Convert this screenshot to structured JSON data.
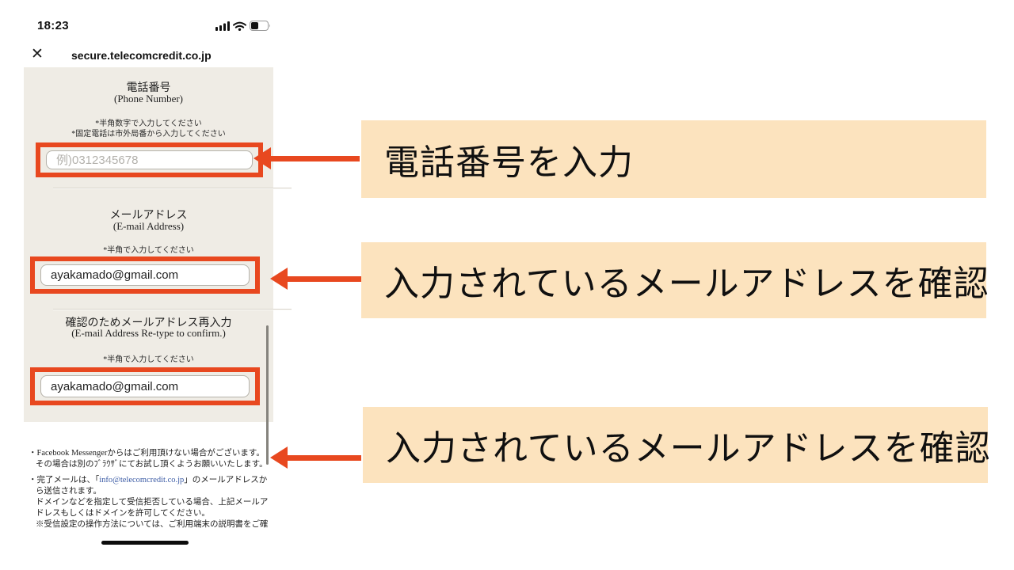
{
  "colors": {
    "accent_orange": "#E8481F",
    "annotation_bg": "#FCE3BE",
    "form_bg": "#EFECE5",
    "link_blue": "#3B5BA5"
  },
  "phone": {
    "status_bar": {
      "time": "18:23"
    },
    "browser": {
      "close_icon": "✕",
      "url": "secure.telecomcredit.co.jp"
    },
    "form": {
      "phone_field": {
        "label_jp": "電話番号",
        "label_en": "(Phone Number)",
        "note1": "*半角数字で入力してください",
        "note2": "*固定電話は市外局番から入力してください",
        "placeholder": "例)0312345678"
      },
      "email_field": {
        "label_jp": "メールアドレス",
        "label_en": "(E-mail Address)",
        "note": "*半角で入力してください",
        "value": "ayakamado@gmail.com"
      },
      "email_confirm_field": {
        "label_jp": "確認のためメールアドレス再入力",
        "label_en": "(E-mail Address Re-type to confirm.)",
        "note": "*半角で入力してください",
        "value": "ayakamado@gmail.com"
      }
    },
    "footer_notes": {
      "note1_line1": "・Facebook Messengerからはご利用頂けない場合がございます。",
      "note1_line2": "その場合は別のﾌﾞﾗｳｻﾞにてお試し頂くようお願いいたします。",
      "note2_prefix": "・完了メールは、「",
      "note2_link": "info@telecomcredit.co.jp",
      "note2_suffix": "」のメールアドレスから送信されます。",
      "note2_line2": "ドメインなどを指定して受信拒否している場合、上記メールアドレスもしくはドメインを許可してください。",
      "note2_line3": "※受信設定の操作方法については、ご利用端末の説明書をご確"
    }
  },
  "annotations": [
    {
      "label": "電話番号を入力"
    },
    {
      "label": "入力されているメールアドレスを確認"
    },
    {
      "label": "入力されているメールアドレスを確認"
    }
  ]
}
